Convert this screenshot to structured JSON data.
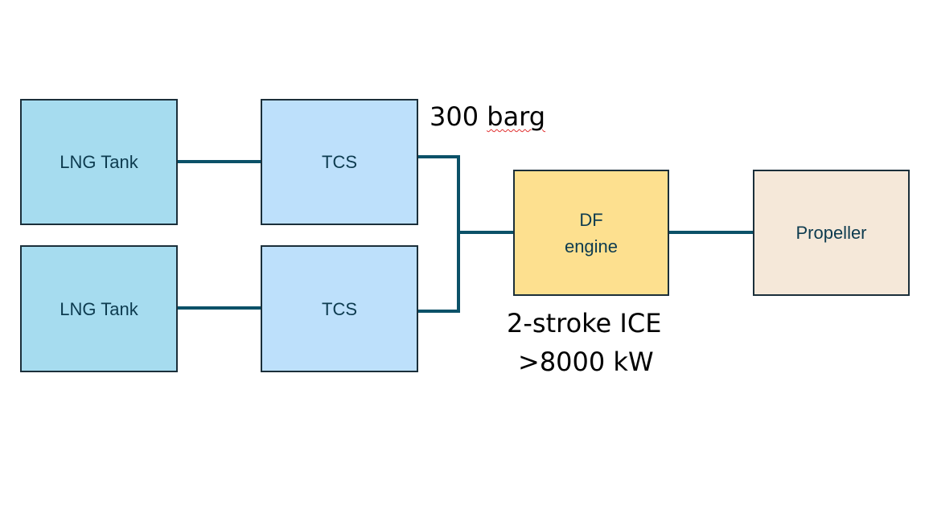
{
  "diagram": {
    "nodes": [
      {
        "id": "lng-tank-1",
        "label": "LNG Tank",
        "fill": "#a6dcef"
      },
      {
        "id": "lng-tank-2",
        "label": "LNG Tank",
        "fill": "#a6dcef"
      },
      {
        "id": "tcs-1",
        "label": "TCS",
        "fill": "#bde0fb"
      },
      {
        "id": "tcs-2",
        "label": "TCS",
        "fill": "#bde0fb"
      },
      {
        "id": "df-engine",
        "label_line1": "DF",
        "label_line2": "engine",
        "fill": "#fde08f"
      },
      {
        "id": "propeller",
        "label": "Propeller",
        "fill": "#f5e8d9"
      }
    ],
    "edges": [
      {
        "from": "lng-tank-1",
        "to": "tcs-1"
      },
      {
        "from": "lng-tank-2",
        "to": "tcs-2"
      },
      {
        "from": "tcs-1",
        "to": "df-engine"
      },
      {
        "from": "tcs-2",
        "to": "df-engine"
      },
      {
        "from": "df-engine",
        "to": "propeller"
      }
    ],
    "annotations": {
      "pressure_value": "300",
      "pressure_unit": "barg",
      "engine_type": "2-stroke ICE",
      "engine_power": ">8000 kW"
    },
    "colors": {
      "line": "#0b5168",
      "border": "#1b2f3a",
      "text": "#0d3b4f"
    }
  }
}
